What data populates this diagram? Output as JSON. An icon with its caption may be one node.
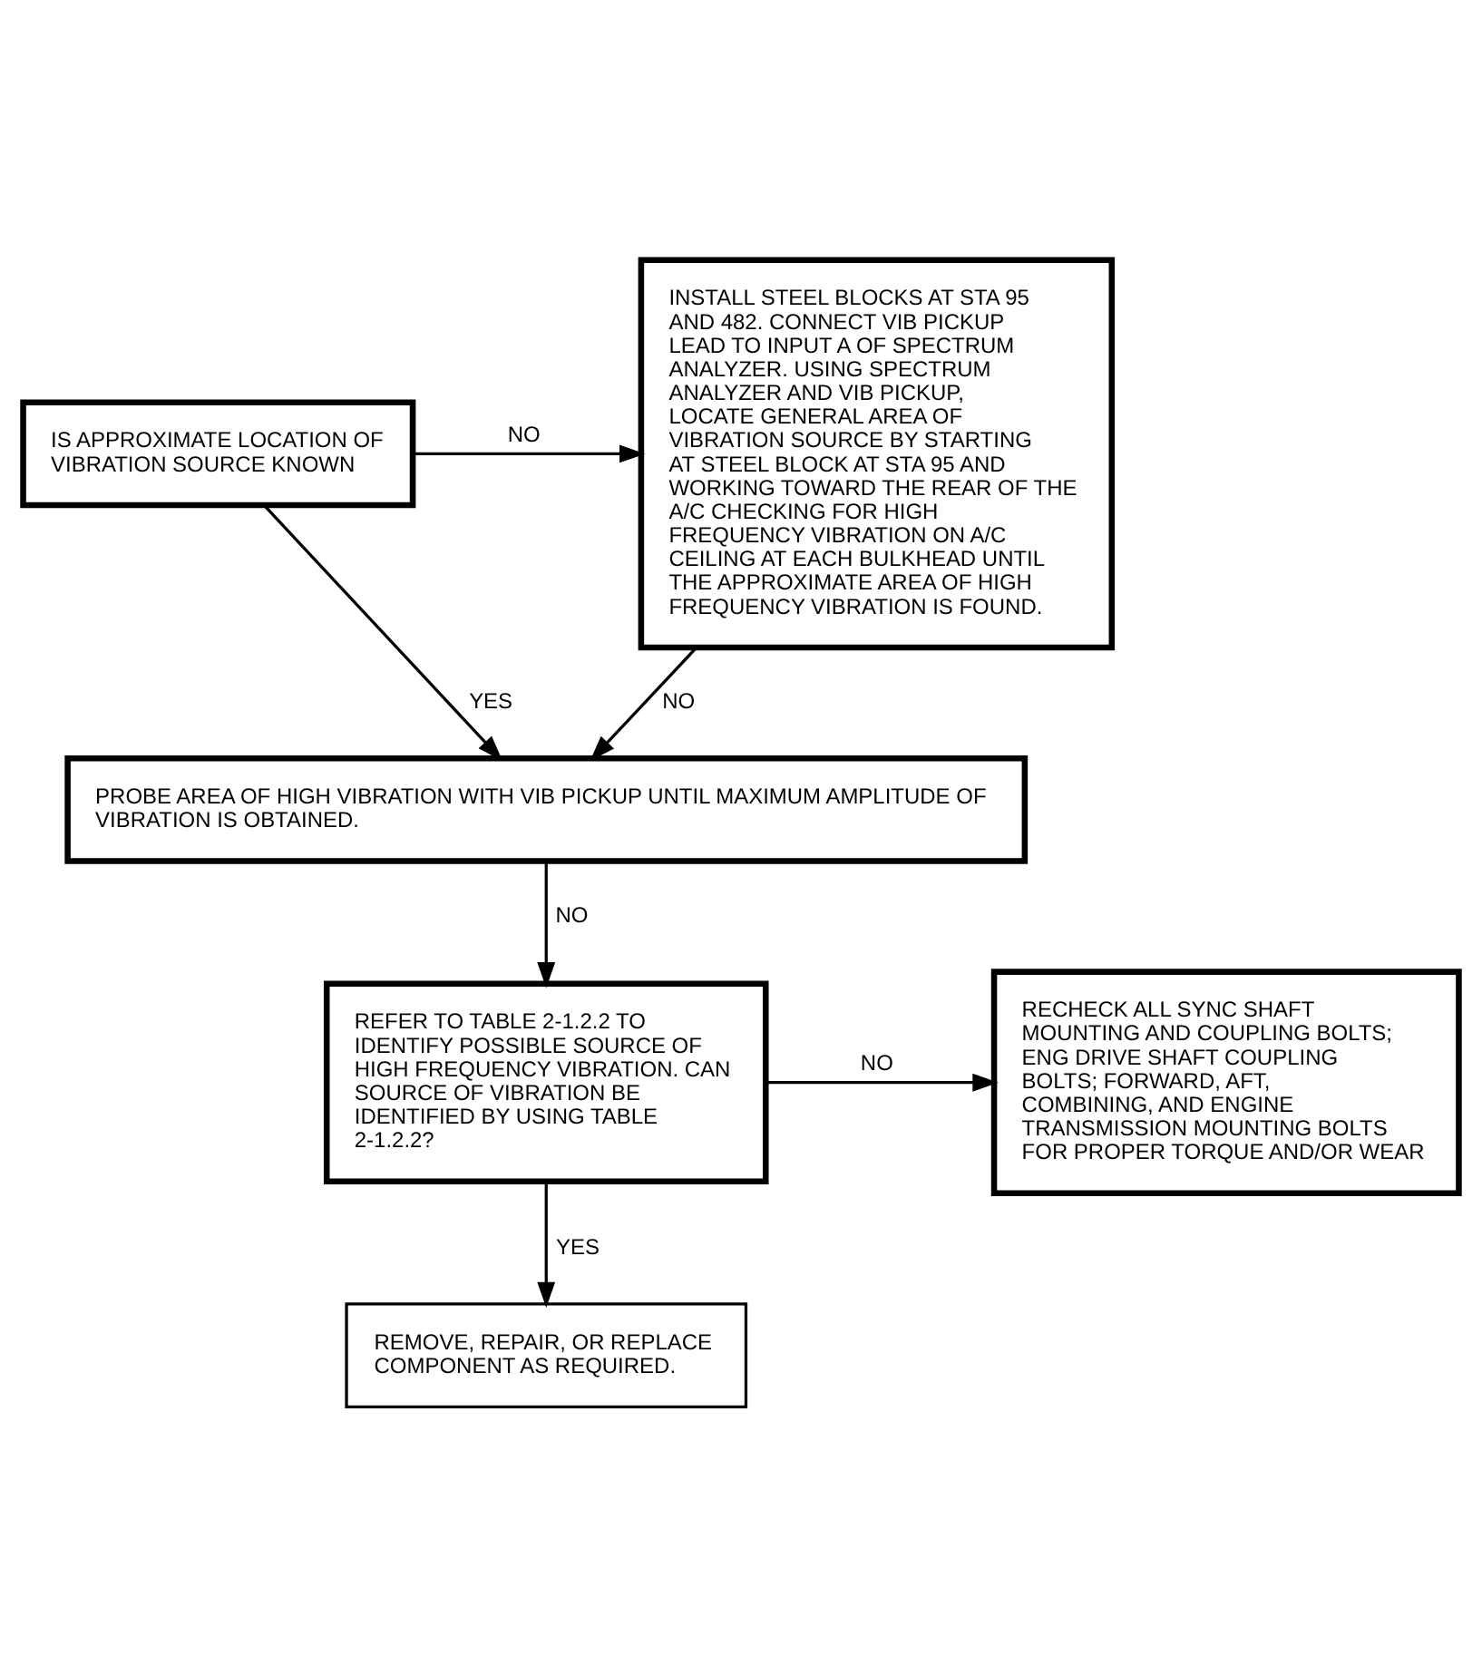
{
  "diagram": {
    "nodes": [
      {
        "text": [
          "IS APPROXIMATE LOCATION OF VIBRATION SOURCE KNOWN"
        ]
      },
      {
        "text": [
          "INSTALL STEEL BLOCKS AT STA 95 AND 482. CONNECT VIB PICKUP LEAD TO INPUT A OF SPECTRUM ANALYZER. USING SPECTRUM ANALYZER AND VIB PICKUP, LOCATE GENERAL AREA OF VIBRATION SOURCE BY STARTING AT STEEL BLOCK AT STA 95 AND WORKING TOWARD THE REAR OF THE A/C CHECKING FOR HIGH FREQUENCY VIBRATION ON A/C CEILING AT EACH BULKHEAD UNTIL THE APPROXIMATE AREA OF HIGH FREQUENCY VIBRATION IS FOUND."
        ]
      },
      {
        "text": [
          "PROBE AREA OF HIGH VIBRATION WITH VIB PICKUP UNTIL MAXIMUM AMPLITUDE OF VIBRATION IS OBTAINED."
        ]
      },
      {
        "text": [
          "REFER TO TABLE 2-1.2.2 TO IDENTIFY POSSIBLE SOURCE OF HIGH FREQUENCY VIBRATION. CAN SOURCE OF VIBRATION BE IDENTIFIED BY USING TABLE 2-1.2.2?"
        ]
      },
      {
        "text": [
          "RECHECK ALL SYNC SHAFT MOUNTING AND COUPLING BOLTS; ENG DRIVE SHAFT COUPLING BOLTS; FORWARD, AFT, COMBINING, AND ENGINE TRANSMISSION MOUNTING BOLTS FOR PROPER TORQUE AND/OR WEAR"
        ]
      },
      {
        "text": [
          "REMOVE, REPAIR, OR REPLACE COMPONENT AS REQUIRED."
        ]
      }
    ],
    "edges": [
      {
        "from": 0,
        "to": 1,
        "arrow": "to",
        "label": "NO"
      },
      {
        "from": 0,
        "to": 2,
        "arrow": "to",
        "label": "YES"
      },
      {
        "from": 1,
        "to": 2,
        "arrow": "to",
        "label": "NO"
      },
      {
        "from": 2,
        "to": 3,
        "arrow": "to",
        "label": "NO"
      },
      {
        "from": 3,
        "to": 4,
        "arrow": "to",
        "label": "NO"
      },
      {
        "from": 3,
        "to": 5,
        "arrow": "to",
        "label": "YES"
      }
    ]
  }
}
